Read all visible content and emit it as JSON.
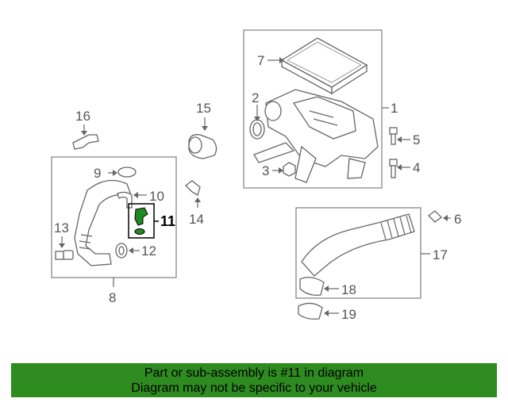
{
  "callouts": {
    "c1": "1",
    "c2": "2",
    "c3": "3",
    "c4": "4",
    "c5": "5",
    "c6": "6",
    "c7": "7",
    "c8": "8",
    "c9": "9",
    "c10": "10",
    "c11": "11",
    "c12": "12",
    "c13": "13",
    "c14": "14",
    "c15": "15",
    "c16": "16",
    "c17": "17",
    "c18": "18",
    "c19": "19"
  },
  "highlighted_part": "11",
  "colors": {
    "banner": "#2e8b1f",
    "highlight": "#1f8a1f"
  },
  "banner": {
    "line1": "Part or sub-assembly is #11 in diagram",
    "line2": "Diagram may not be specific to your vehicle"
  }
}
